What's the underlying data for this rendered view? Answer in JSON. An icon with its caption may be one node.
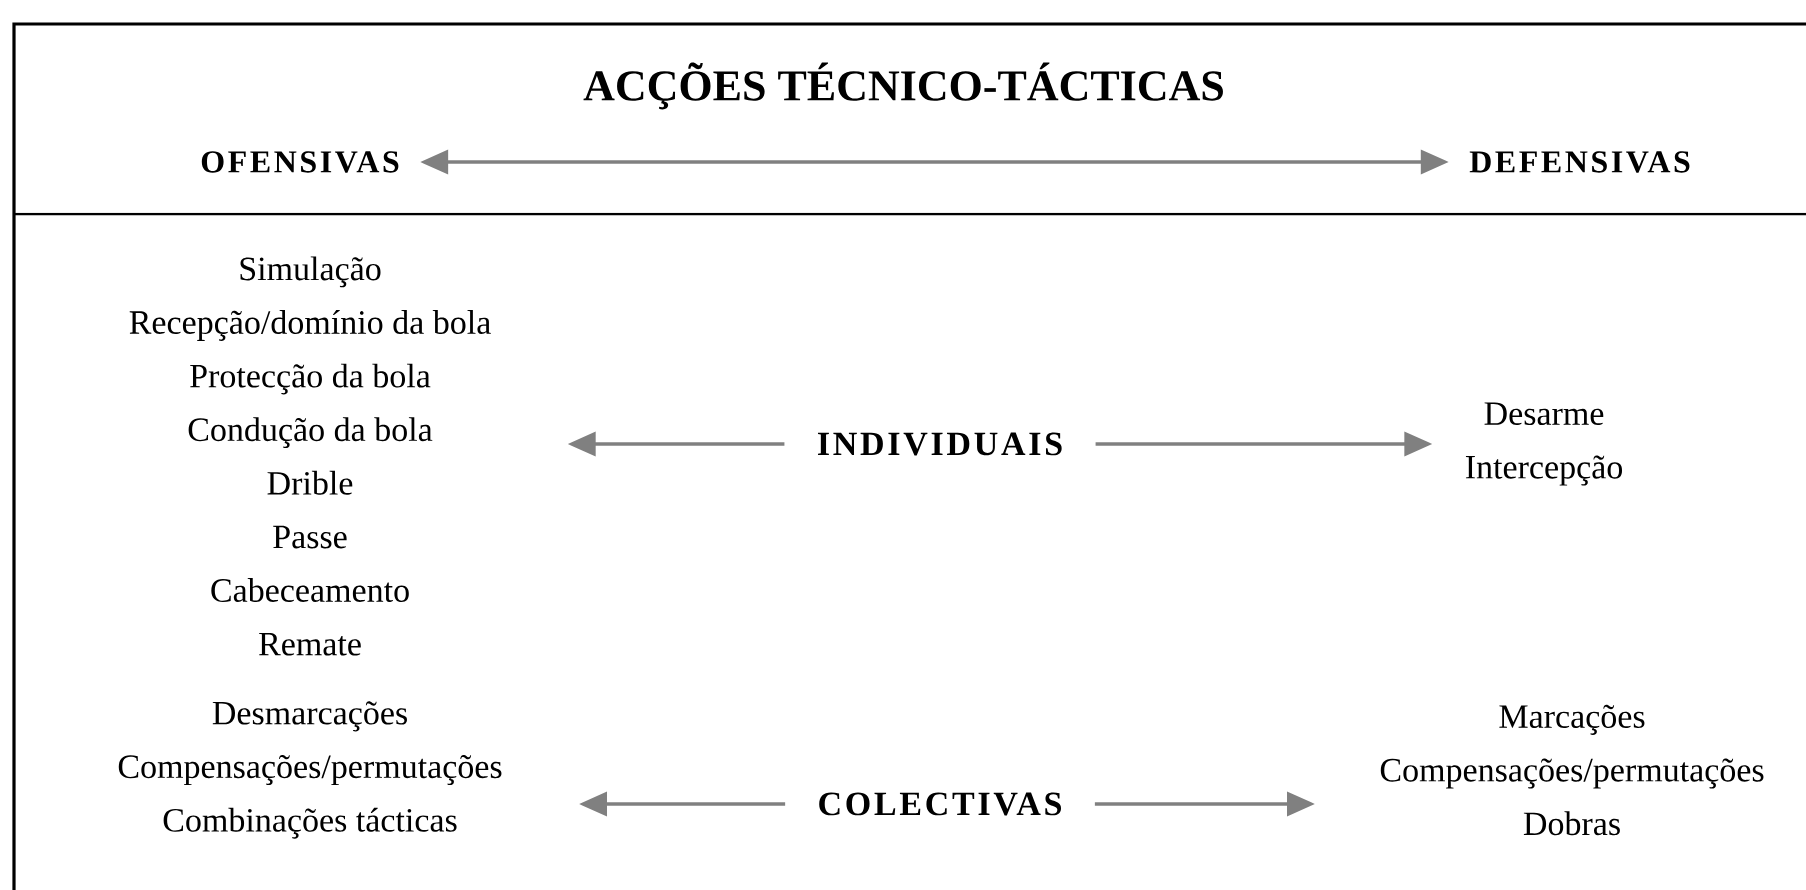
{
  "diagram": {
    "title": "ACÇÕES TÉCNICO-TÁCTICAS",
    "nodes": [
      {
        "text": [
          "OFENSIVAS"
        ]
      },
      {
        "text": [
          "DEFENSIVAS"
        ]
      },
      {
        "text": [
          "Simulação",
          "Recepção/domínio da bola",
          "Protecção da bola",
          "Condução da bola",
          "Drible",
          "Passe",
          "Cabeceamento",
          "Remate"
        ]
      },
      {
        "text": [
          "INDIVIDUAIS"
        ]
      },
      {
        "text": [
          "Desarme",
          "Intercepção"
        ]
      },
      {
        "text": [
          "Desmarcações",
          "Compensações/permutações",
          "Combinações tácticas"
        ]
      },
      {
        "text": [
          "COLECTIVAS"
        ]
      },
      {
        "text": [
          "Marcações",
          "Compensações/permutações",
          "Dobras"
        ]
      }
    ],
    "edges": [
      {
        "from": 0,
        "to": 1,
        "arrow": "both"
      },
      {
        "from": 3,
        "to": 2,
        "arrow": "to"
      },
      {
        "from": 3,
        "to": 4,
        "arrow": "to"
      },
      {
        "from": 6,
        "to": 5,
        "arrow": "to"
      },
      {
        "from": 6,
        "to": 7,
        "arrow": "to"
      }
    ]
  }
}
